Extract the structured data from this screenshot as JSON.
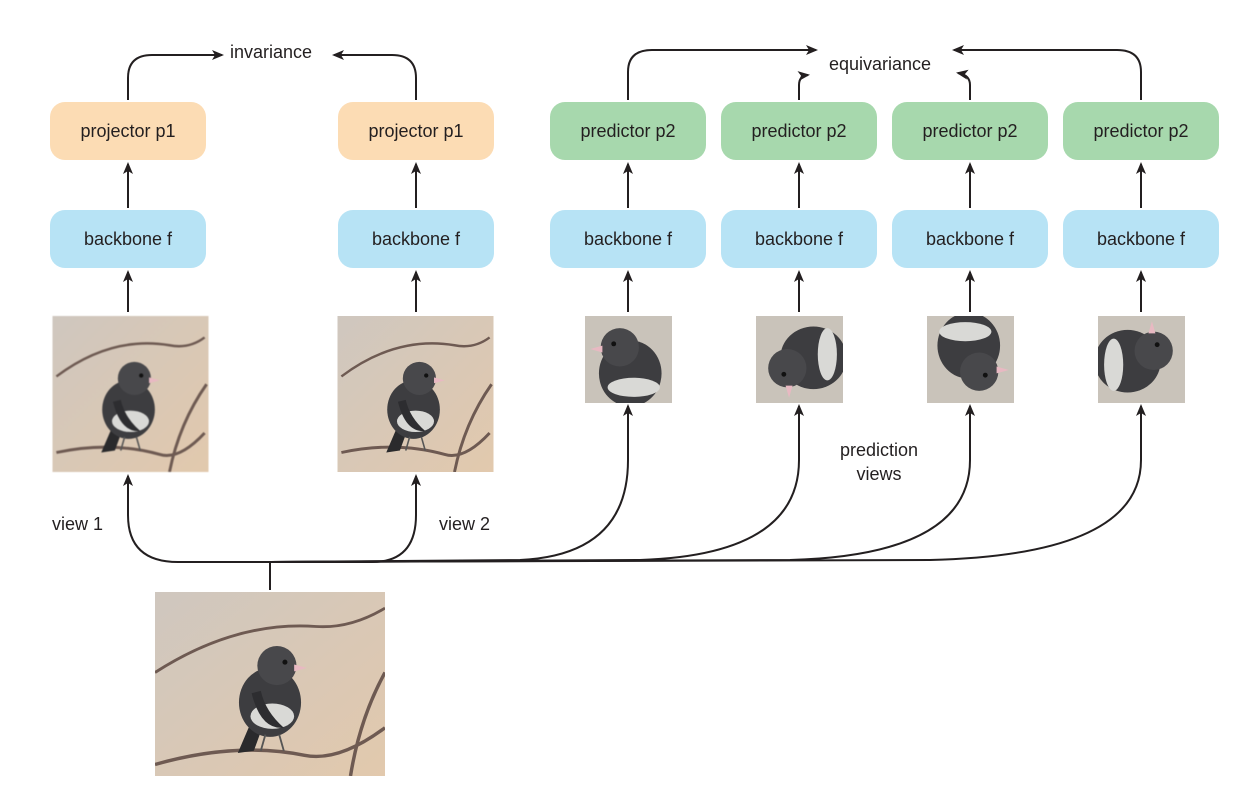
{
  "colors": {
    "projector_fill": "#fcdcb4",
    "predictor_fill": "#a7d8ad",
    "backbone_fill": "#b7e3f5",
    "arrow": "#231f20",
    "photo_background": "#d8c4b0"
  },
  "labels": {
    "invariance": "invariance",
    "equivariance": "equivariance",
    "view1": "view 1",
    "view2": "view 2",
    "prediction_views": [
      "prediction",
      "views"
    ]
  },
  "columns": [
    {
      "head": "projector p1",
      "head_kind": "projector",
      "backbone": "backbone f",
      "view": "view 1 crop"
    },
    {
      "head": "projector p1",
      "head_kind": "projector",
      "backbone": "backbone f",
      "view": "view 2 crop"
    },
    {
      "head": "predictor p2",
      "head_kind": "predictor",
      "backbone": "backbone f",
      "view": "prediction view 0°",
      "rotation_deg": 0
    },
    {
      "head": "predictor p2",
      "head_kind": "predictor",
      "backbone": "backbone f",
      "view": "prediction view 90°",
      "rotation_deg": 90
    },
    {
      "head": "predictor p2",
      "head_kind": "predictor",
      "backbone": "backbone f",
      "view": "prediction view 180°",
      "rotation_deg": 180
    },
    {
      "head": "predictor p2",
      "head_kind": "predictor",
      "backbone": "backbone f",
      "view": "prediction view 270°",
      "rotation_deg": 270
    }
  ],
  "source_image": "bird-photo"
}
